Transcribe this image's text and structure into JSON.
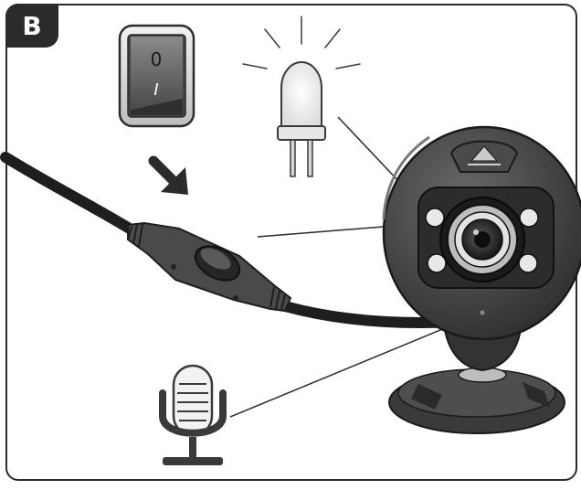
{
  "panel": {
    "label": "B"
  },
  "switch_icon": {
    "on_symbol": "0",
    "off_symbol": "I"
  },
  "colors": {
    "dark": "#2b2b2b",
    "camera_body": "#3a3a3a",
    "cable": "#1e1e1e",
    "light_gray": "#cfcfcf"
  },
  "icons": [
    "rocker-switch-icon",
    "arrow-icon",
    "led-bulb-icon",
    "webcam-icon",
    "usb-cable-icon",
    "inline-switch-icon",
    "microphone-icon"
  ]
}
